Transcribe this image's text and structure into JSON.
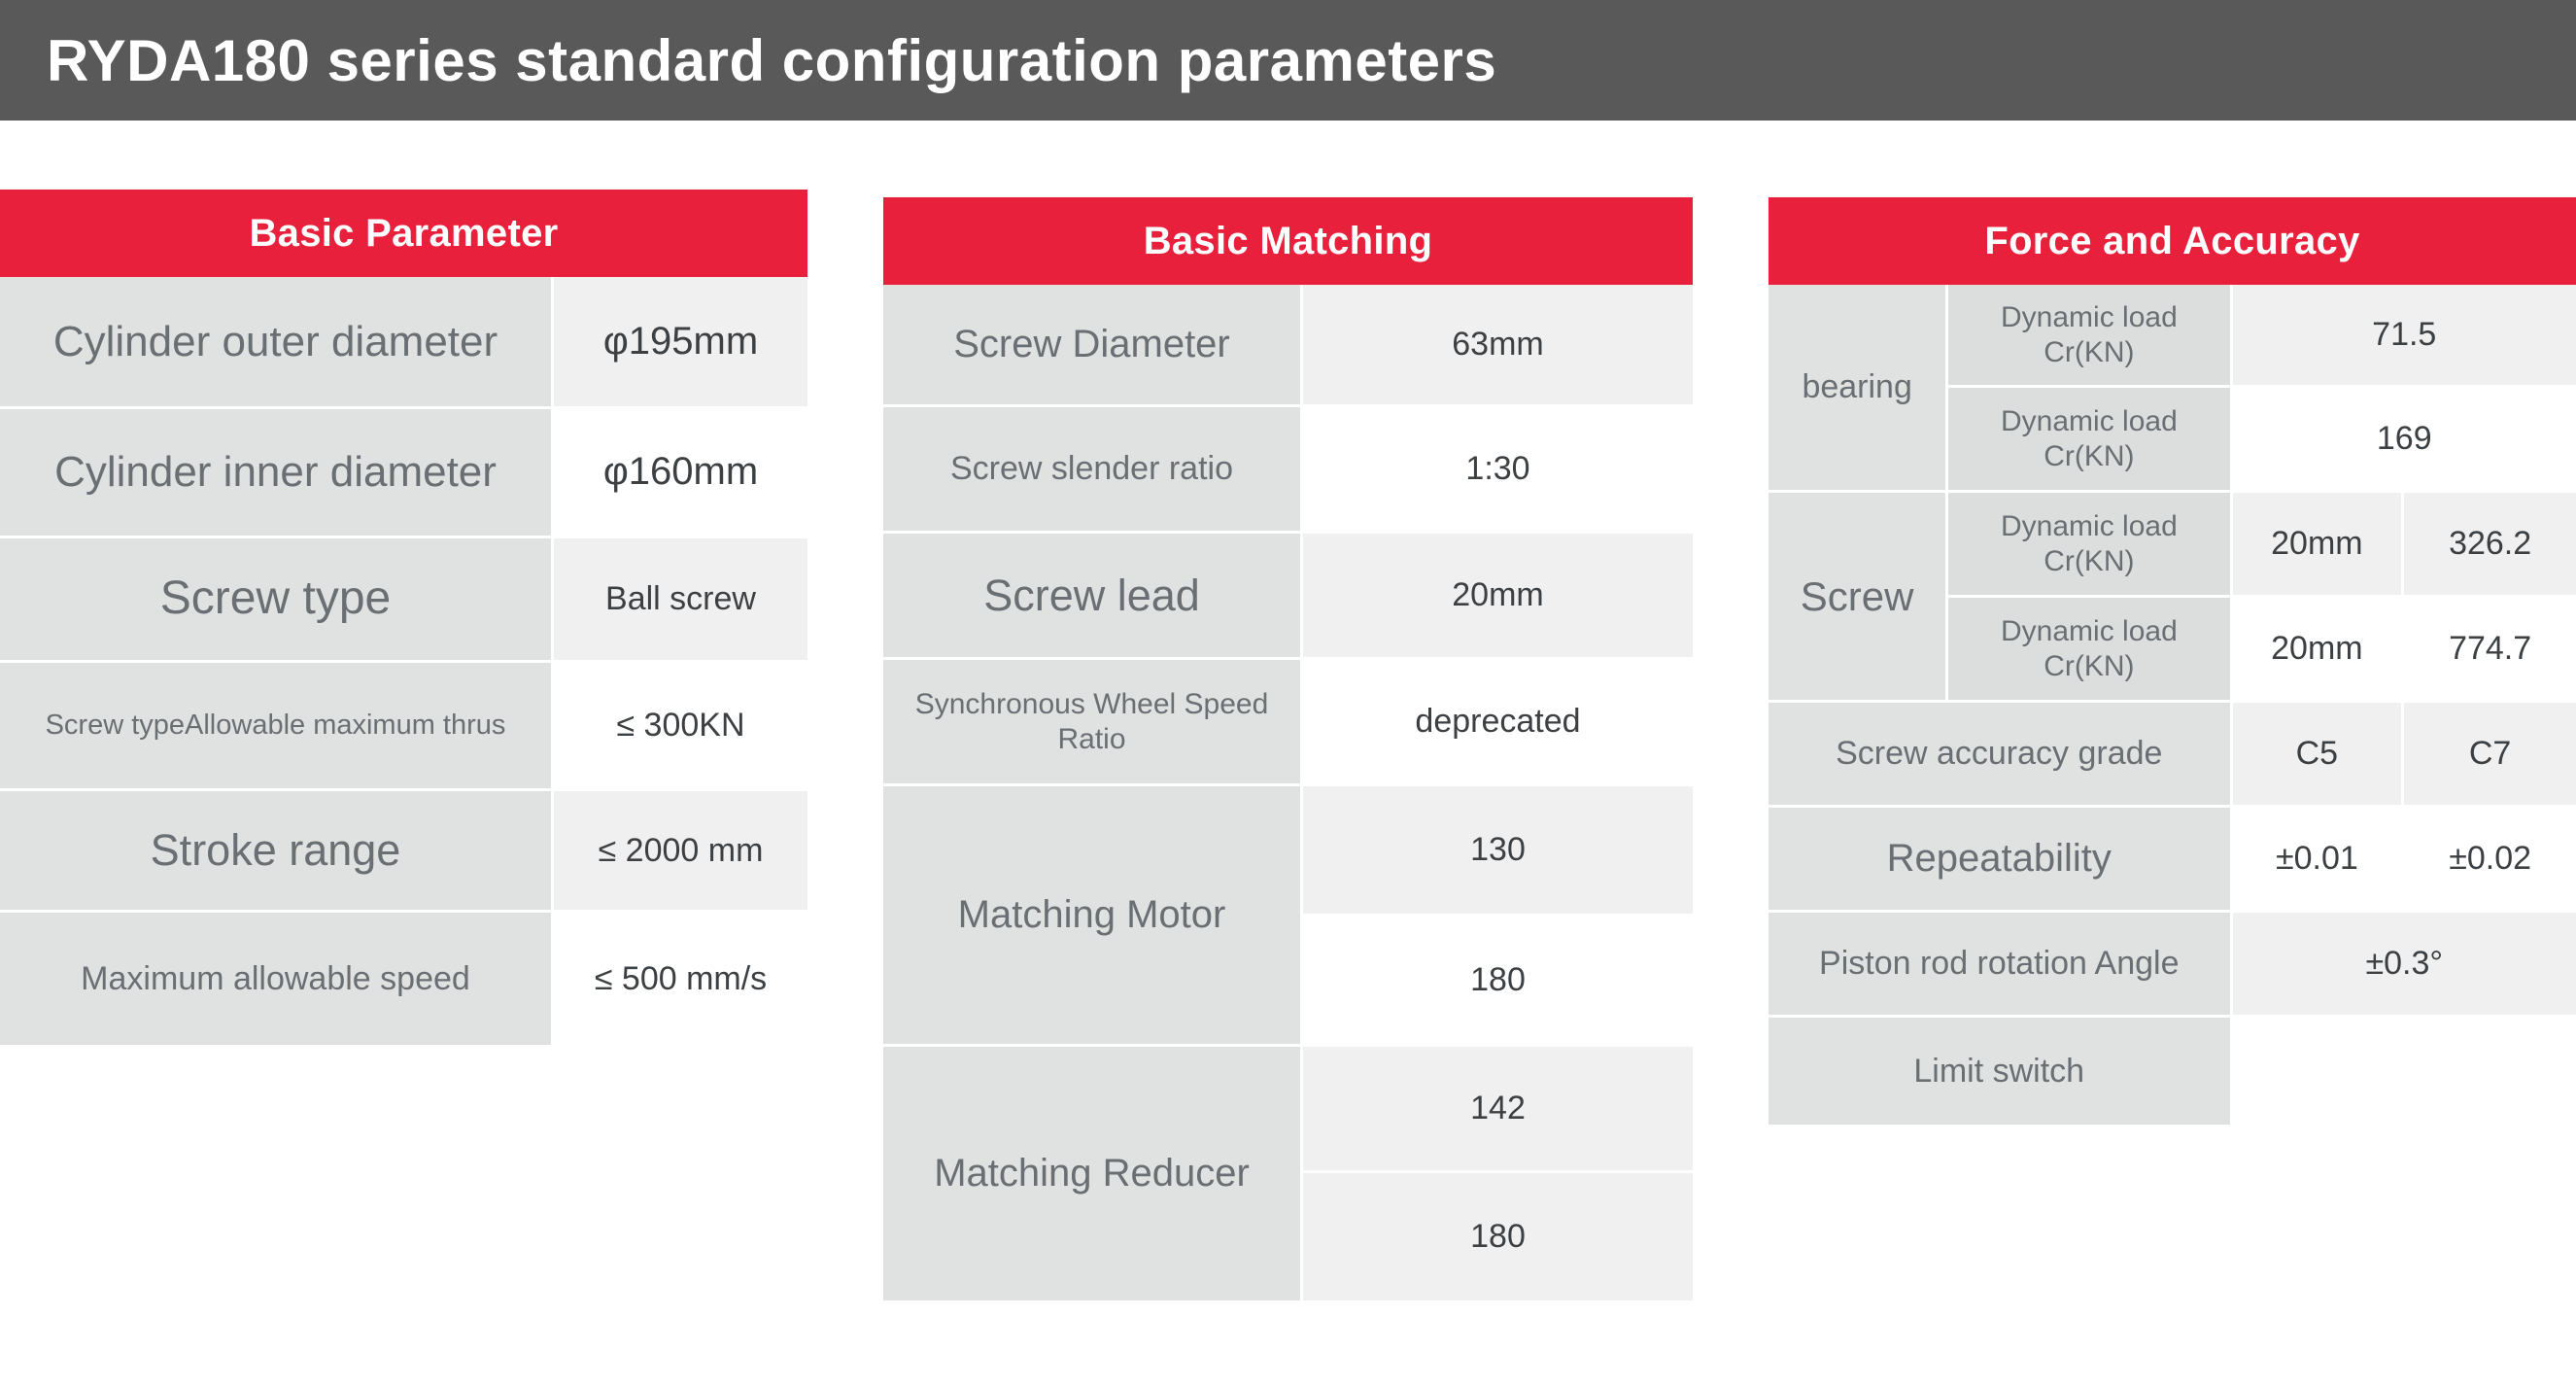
{
  "header": {
    "model": "RYDA180",
    "title_rest": "series standard configuration parameters",
    "bar_color": "#595959",
    "text_color": "#FFFFFF"
  },
  "theme": {
    "accent_red": "#E8203C",
    "label_gray": "#E0E1E1",
    "value_gray": "#F0F0F0",
    "value_white": "#FFFFFF",
    "label_text": "#6A6F73",
    "value_text": "#3C4043"
  },
  "panels": [
    {
      "id": "basic-parameter",
      "title": "Basic Parameter",
      "rows": [
        {
          "label": "Cylinder outer diameter",
          "value": "φ195mm"
        },
        {
          "label": "Cylinder inner diameter",
          "value": "φ160mm"
        },
        {
          "label": "Screw type",
          "value": "Ball screw"
        },
        {
          "label": "Screw typeAllowable maximum thrus",
          "value": "≤ 300KN"
        },
        {
          "label": "Stroke range",
          "value": "≤ 2000 mm"
        },
        {
          "label": "Maximum allowable speed",
          "value": "≤ 500 mm/s"
        }
      ]
    },
    {
      "id": "basic-matching",
      "title": "Basic Matching",
      "rows": [
        {
          "label": "Screw Diameter",
          "values": [
            "63mm"
          ]
        },
        {
          "label": "Screw slender ratio",
          "values": [
            "1:30"
          ]
        },
        {
          "label": "Screw lead",
          "values": [
            "20mm"
          ]
        },
        {
          "label": "Synchronous Wheel Speed Ratio",
          "values": [
            "deprecated"
          ]
        },
        {
          "label": "Matching Motor",
          "values": [
            "130",
            "180"
          ]
        },
        {
          "label": "Matching Reducer",
          "values": [
            "142",
            "180"
          ]
        }
      ]
    },
    {
      "id": "force-accuracy",
      "title": "Force and Accuracy",
      "groups": [
        {
          "group": "bearing",
          "rows": [
            {
              "sub": "Dynamic load Cr(KN)",
              "value": "71.5"
            },
            {
              "sub": "Dynamic load Cr(KN)",
              "value": "169"
            }
          ]
        },
        {
          "group": "Screw",
          "rows": [
            {
              "sub": "Dynamic load Cr(KN)",
              "lead": "20mm",
              "value": "326.2"
            },
            {
              "sub": "Dynamic load Cr(KN)",
              "lead": "20mm",
              "value": "774.7"
            }
          ]
        }
      ],
      "plain_rows": [
        {
          "label": "Screw accuracy grade",
          "v1": "C5",
          "v2": "C7"
        },
        {
          "label": "Repeatability",
          "v1": "±0.01",
          "v2": "±0.02"
        },
        {
          "label": "Piston rod rotation Angle",
          "span_value": "±0.3°"
        },
        {
          "label": "Limit switch",
          "span_value": ""
        }
      ]
    }
  ]
}
